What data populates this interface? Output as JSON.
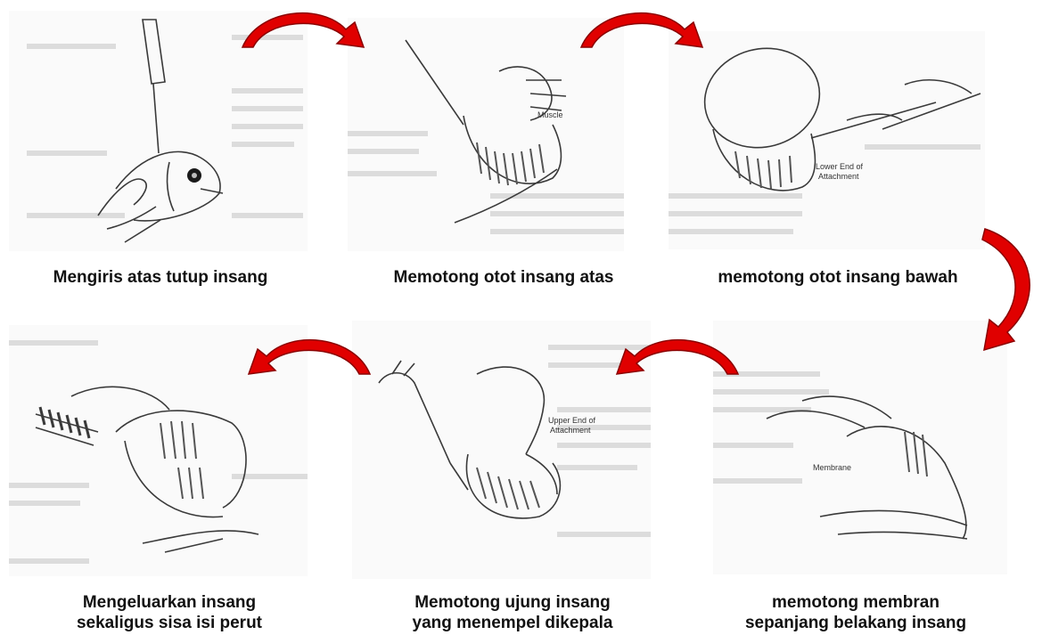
{
  "steps": [
    {
      "caption": "Mengiris atas tutup insang"
    },
    {
      "caption": "Memotong otot insang atas",
      "label": "Muscle"
    },
    {
      "caption": "memotong otot insang bawah",
      "label_line1": "Lower End of",
      "label_line2": "Attachment"
    },
    {
      "caption_line1": "memotong membran",
      "caption_line2": "sepanjang belakang insang",
      "label": "Membrane"
    },
    {
      "caption_line1": "Memotong ujung insang",
      "caption_line2": "yang menempel dikepala",
      "label_line1": "Upper End of",
      "label_line2": "Attachment"
    },
    {
      "caption_line1": "Mengeluarkan insang",
      "caption_line2": "sekaligus sisa isi perut"
    }
  ],
  "colors": {
    "arrow_fill": "#e00000",
    "arrow_shade": "#8a0000",
    "caption_text": "#111111",
    "sketch_line": "#3a3a3a"
  }
}
